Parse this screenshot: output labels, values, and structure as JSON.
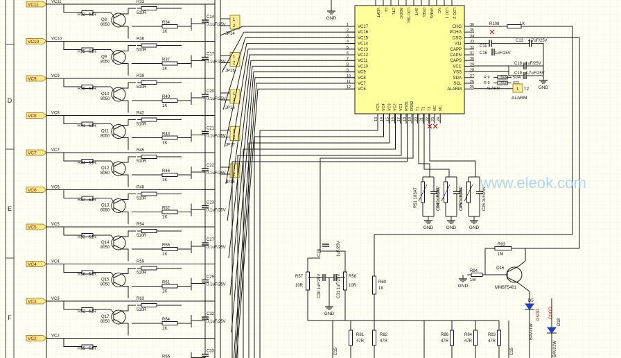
{
  "border": {
    "rows": [
      "D",
      "E",
      "F"
    ]
  },
  "ports": [
    "VC11",
    "VC10",
    "VC9",
    "VC8",
    "VC7",
    "VC6",
    "VC5",
    "VC4",
    "VC3",
    "VC2"
  ],
  "cells": [
    {
      "rb": "R32",
      "rbv": "51R",
      "q": "Q8",
      "qt": "8050",
      "rc": "R33",
      "rcv": "510R",
      "rf": "R34",
      "c": "C14",
      "cv": "0.1uF/25V",
      "jp": "JP14"
    },
    {
      "rb": "R35",
      "rbv": "51R",
      "q": "Q9",
      "qt": "8050",
      "rc": "R36",
      "rcv": "510R",
      "rf": "R37",
      "c": "C17",
      "cv": "0.1uF/25V",
      "jp": "JP15"
    },
    {
      "rb": "R38",
      "rbv": "51R",
      "q": "Q10",
      "qt": "8050",
      "rc": "R39",
      "rcv": "510R",
      "rf": "R40",
      "c": "C20",
      "cv": "0.1uF/25V",
      "jp": "JP16"
    },
    {
      "rb": "R41",
      "rbv": "51R",
      "q": "Q11",
      "qt": "8050",
      "rc": "R42",
      "rcv": "510R",
      "rf": "R43",
      "c": "C21",
      "cv": "0.1uF/25V",
      "jp": "JP17"
    },
    {
      "rb": "R44",
      "rbv": "51R",
      "q": "Q12",
      "qt": "8050",
      "rc": "R45",
      "rcv": "510R",
      "rf": "R46",
      "c": "C22",
      "cv": "0.1uF/25V",
      "jp": "JP18"
    },
    {
      "rb": "R47",
      "rbv": "51R",
      "q": "Q13",
      "qt": "8050",
      "rc": "R48",
      "rcv": "510R",
      "rf": "R52",
      "c": "C23",
      "cv": "0.1uF/25V",
      "jp": ""
    },
    {
      "rb": "R53",
      "rbv": "51R",
      "q": "Q14",
      "qt": "8050",
      "rc": "R54",
      "rcv": "510R",
      "rf": "R55",
      "c": "C27",
      "cv": "0.1uF/25V",
      "jp": ""
    },
    {
      "rb": "R56",
      "rbv": "51R",
      "q": "Q15",
      "qt": "8050",
      "rc": "R59",
      "rcv": "510R",
      "rf": "R61",
      "c": "C29",
      "cv": "0.1uF/25V",
      "jp": ""
    },
    {
      "rb": "R62",
      "rbv": "51R",
      "q": "Q17",
      "qt": "8050",
      "rc": "R63",
      "rcv": "510R",
      "rf": "R64",
      "c": "C32",
      "cv": "0.1uF/25V",
      "jp": ""
    },
    {
      "rb": "R65",
      "rbv": "51R",
      "q": "",
      "qt": "",
      "rc": "",
      "rcv": "",
      "rf": "R66",
      "c": "C33",
      "cv": "",
      "jp": ""
    }
  ],
  "resistor_1k": "1K",
  "jumper_pins": [
    "1",
    "2"
  ],
  "ic": {
    "top_pins": [
      "VDAT",
      "FF",
      "CTL",
      "ADOC",
      "LDO SEL",
      "SHT",
      "DSEL",
      "VREG",
      "NC",
      "LDO 1",
      "LDO 2"
    ],
    "left_pins": [
      {
        "num": "1",
        "name": "VC17"
      },
      {
        "num": "2",
        "name": "VC16"
      },
      {
        "num": "3",
        "name": "VC15"
      },
      {
        "num": "4",
        "name": "VC14"
      },
      {
        "num": "5",
        "name": "VC13"
      },
      {
        "num": "6",
        "name": "VC12"
      },
      {
        "num": "7",
        "name": "VC11"
      },
      {
        "num": "8",
        "name": "VC10"
      },
      {
        "num": "9",
        "name": "VC9"
      },
      {
        "num": "10",
        "name": "VC8"
      },
      {
        "num": "11",
        "name": "VC7"
      },
      {
        "num": "12",
        "name": "VC6"
      }
    ],
    "right_pins": [
      {
        "num": "36",
        "name": "CHG"
      },
      {
        "num": "35",
        "name": "PCHG"
      },
      {
        "num": "34",
        "name": "DSG"
      },
      {
        "num": "33",
        "name": "V11"
      },
      {
        "num": "32",
        "name": "CAPP"
      },
      {
        "num": "31",
        "name": "CAPN"
      },
      {
        "num": "30",
        "name": "CAPS"
      },
      {
        "num": "29",
        "name": "VCC"
      },
      {
        "num": "28",
        "name": "VSS"
      },
      {
        "num": "27",
        "name": "SDA"
      },
      {
        "num": "26",
        "name": "SCL"
      },
      {
        "num": "25",
        "name": "ALARM"
      }
    ],
    "bottom_pins": [
      {
        "num": "13",
        "name": "VC5"
      },
      {
        "num": "14",
        "name": "VC4"
      },
      {
        "num": "15",
        "name": "VC3"
      },
      {
        "num": "16",
        "name": "VC2"
      },
      {
        "num": "17",
        "name": "VC1"
      },
      {
        "num": "18",
        "name": "RSB1"
      },
      {
        "num": "19",
        "name": "RSB2"
      },
      {
        "num": "20",
        "name": "T1"
      },
      {
        "num": "21",
        "name": "T2"
      },
      {
        "num": "22",
        "name": "T3"
      },
      {
        "num": "23",
        "name": "NC"
      },
      {
        "num": "24",
        "name": "NC"
      }
    ]
  },
  "gnd": "GND",
  "ics_right": {
    "r108": "R108",
    "r108v": "1K",
    "c_v11": "C11",
    "c_v11v": "",
    "c13": "C13",
    "c13v": "4.7uF/25V",
    "c16": "C16",
    "c16v": "1uF/25V",
    "c18": "C18",
    "c18v": "1uF/25V",
    "c19": "C19",
    "c19v": "4.7uF/25V",
    "sda_r": "R 9",
    "sda_rv": "100R",
    "sda": "SDA",
    "scl_r": "R 9",
    "scl_rv": "100R",
    "scl": "SCL",
    "alarm_label": "ALARM",
    "alarm_tag": "ALARM",
    "jp_t2": "T2"
  },
  "therm": [
    {
      "r": "R51",
      "rv": "103AT",
      "c": "C24",
      "cv": "1uF/25V"
    },
    {
      "r": "R49",
      "rv": "103AT",
      "c": "C25",
      "cv": "1uF/25V"
    },
    {
      "r": "R50",
      "rv": "103AT",
      "c": "C26",
      "cv": "1uF/25V"
    }
  ],
  "sense": {
    "r57": "R57",
    "r57v": "10R",
    "r58": "R58",
    "r58v": "10R",
    "c28": "C28",
    "c28v": "1uF/25V",
    "c30": "C30",
    "c30v": "1uF/25V",
    "c31": "C31",
    "c31v": "1uF/25V",
    "r60": "R60",
    "r60v": "1K"
  },
  "driver": {
    "r93": "R93",
    "r93v": "1M",
    "r94": "R94",
    "r94v": "1M",
    "q16": "Q16",
    "q16t": "MMBT5401",
    "d5": "D5",
    "d5t": "BAV21W",
    "d18": "D18",
    "d18t": "BAV21W",
    "chgd": "CHGD",
    "dsgd": "DSGD"
  },
  "bottom_r": {
    "r81": "R81",
    "r81v": "47R",
    "r82": "R82",
    "r82v": "47R",
    "r86": "R86",
    "r86v": "47R",
    "r84": "R84",
    "r84v": "47R",
    "r83": "R83",
    "r83v": "47R",
    "c15": "C15"
  },
  "watermark": "www.eleok.com"
}
